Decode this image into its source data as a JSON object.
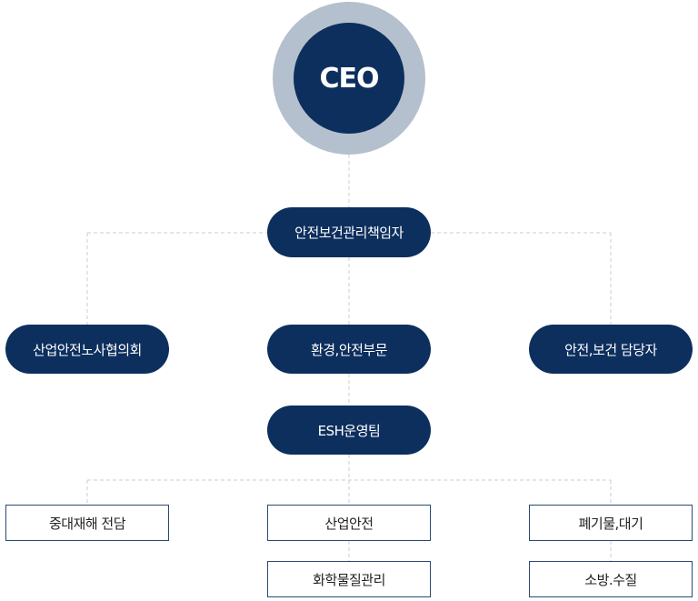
{
  "ceo": "CEO",
  "manager": "안전보건관리책임자",
  "level2": {
    "left": "산업안전노사협의회",
    "center": "환경,안전부문",
    "right": "안전,보건 담당자"
  },
  "team": "ESH운영팀",
  "units": {
    "left": [
      "중대재해 전담"
    ],
    "center": [
      "산업안전",
      "화학물질관리"
    ],
    "right": [
      "폐기물,대기",
      "소방.수질"
    ]
  },
  "colors": {
    "navy": "#0d2f5e",
    "ring": "#b4c0cd",
    "connector": "#cccccc"
  }
}
